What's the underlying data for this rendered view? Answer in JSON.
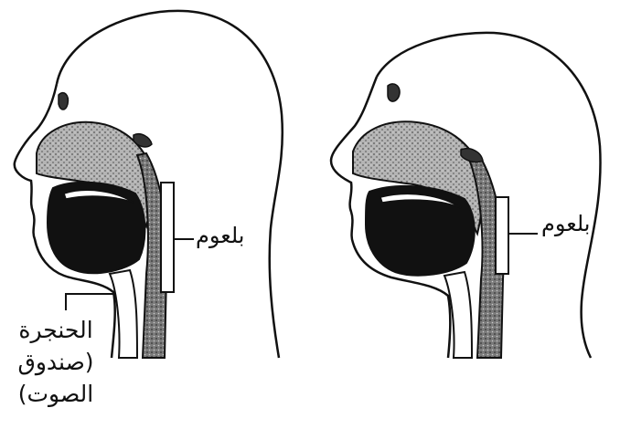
{
  "figure": {
    "left_head": {
      "pharynx_label": "بلعوم",
      "larynx_label": {
        "line1": "الحنجرة",
        "line2": "(صندوق",
        "line3": "الصوت)"
      }
    },
    "right_head": {
      "pharynx_label": "بلعوم"
    }
  },
  "colors": {
    "line": "#111111",
    "mouth_cavity": "#111111",
    "tissue": "#9a9a9a",
    "background": "#ffffff"
  }
}
